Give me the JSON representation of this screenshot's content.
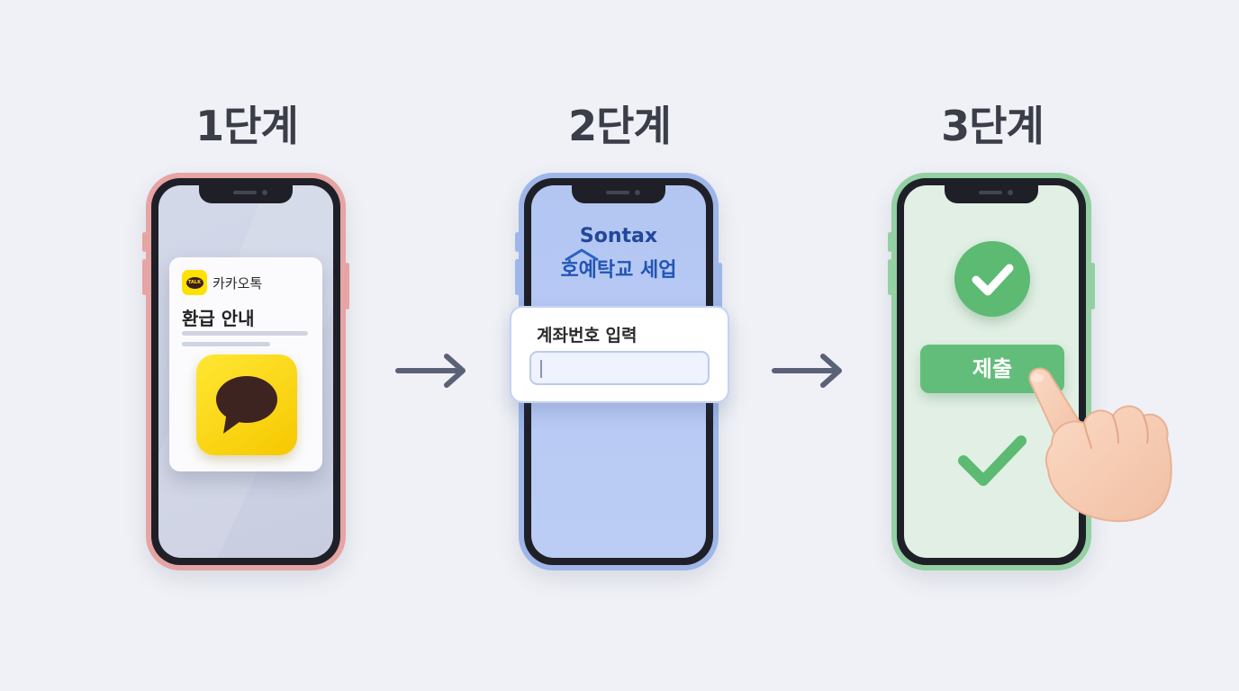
{
  "steps": [
    {
      "title": "1단계",
      "app_name": "카카오톡",
      "logo_text": "TALK",
      "message_title": "환급 안내"
    },
    {
      "title": "2단계",
      "brand": "Sontax",
      "brand_sub": "호예탁교 세업",
      "field_label": "계좌번호 입력",
      "field_value": ""
    },
    {
      "title": "3단계",
      "button_label": "제출"
    }
  ],
  "colors": {
    "background": "#eff1f6",
    "phone1_frame": "#e6a4a4",
    "phone2_frame": "#9eb6e8",
    "phone3_frame": "#93d0a3",
    "kakao_yellow": "#ffe100",
    "success_green": "#5cba73",
    "arrow": "#5b6278"
  },
  "icons": [
    "kakao-talk-icon",
    "chat-bubble-icon",
    "check-circle-icon",
    "check-icon",
    "pointing-hand-icon",
    "arrow-right-icon"
  ]
}
